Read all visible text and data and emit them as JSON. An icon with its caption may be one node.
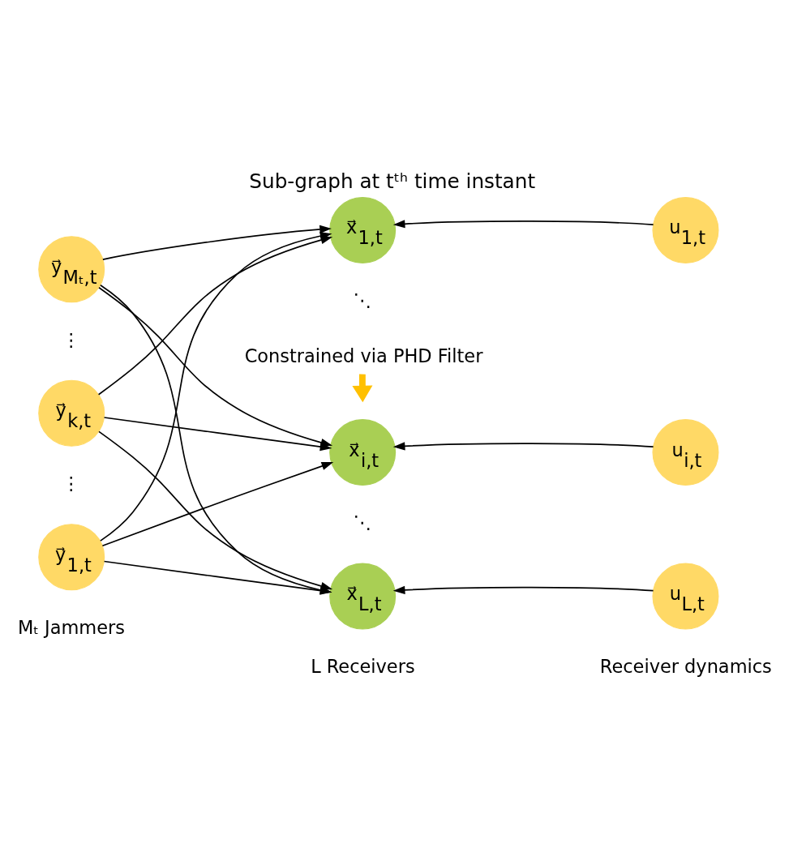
{
  "diagram": {
    "title": "Sub-graph at tᵗʰ time instant",
    "nodes": [
      {
        "text": [
          "y⃗$_{Mₜ,t}$"
        ]
      },
      {
        "text": [
          "y⃗$_{k,t}$"
        ]
      },
      {
        "text": [
          "y⃗$_{1,t}$"
        ]
      },
      {
        "text": [
          "x⃗$_{1,t}$"
        ]
      },
      {
        "text": [
          "x⃗$_{i,t}$"
        ]
      },
      {
        "text": [
          "x⃗$_{L,t}$"
        ]
      },
      {
        "text": [
          "u$_{1,t}$"
        ]
      },
      {
        "text": [
          "u$_{i,t}$"
        ]
      },
      {
        "text": [
          "u$_{L,t}$"
        ]
      },
      {
        "text": [
          "Constrained via PHD Filter"
        ]
      }
    ],
    "edges": [
      {
        "from": 0,
        "to": 3,
        "arrow": "to"
      },
      {
        "from": 0,
        "to": 4,
        "arrow": "to"
      },
      {
        "from": 0,
        "to": 5,
        "arrow": "to"
      },
      {
        "from": 1,
        "to": 3,
        "arrow": "to"
      },
      {
        "from": 1,
        "to": 4,
        "arrow": "to"
      },
      {
        "from": 1,
        "to": 5,
        "arrow": "to"
      },
      {
        "from": 2,
        "to": 3,
        "arrow": "to"
      },
      {
        "from": 2,
        "to": 4,
        "arrow": "to"
      },
      {
        "from": 2,
        "to": 5,
        "arrow": "to"
      },
      {
        "from": 6,
        "to": 3,
        "arrow": "to"
      },
      {
        "from": 7,
        "to": 4,
        "arrow": "to"
      },
      {
        "from": 8,
        "to": 5,
        "arrow": "to"
      },
      {
        "from": 9,
        "to": null,
        "arrow": "to",
        "style": "thick",
        "color": "#ffc000"
      }
    ],
    "labels": [
      "⋮",
      "⋮",
      "⋱",
      "⋱",
      "Mₜ Jammers",
      "L Receivers",
      "Receiver dynamics"
    ]
  }
}
